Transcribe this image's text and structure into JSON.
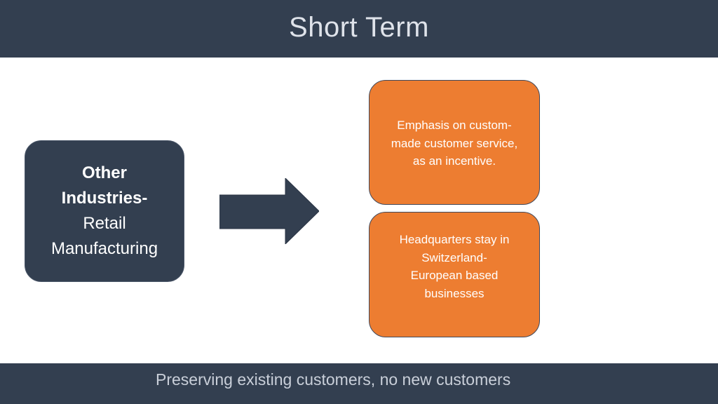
{
  "header": {
    "title": "Short Term"
  },
  "source": {
    "line1": "Other",
    "line2": "Industries-",
    "line3": "Retail",
    "line4": "Manufacturing"
  },
  "results": [
    {
      "lines": [
        "Emphasis on custom-",
        "made customer service,",
        "as an incentive."
      ]
    },
    {
      "lines": [
        "Headquarters stay in",
        "Switzerland-",
        "European based",
        "businesses"
      ]
    }
  ],
  "footer": {
    "text": "Preserving existing customers, no new customers"
  },
  "colors": {
    "navy": "#333f50",
    "orange": "#ed7d31"
  }
}
